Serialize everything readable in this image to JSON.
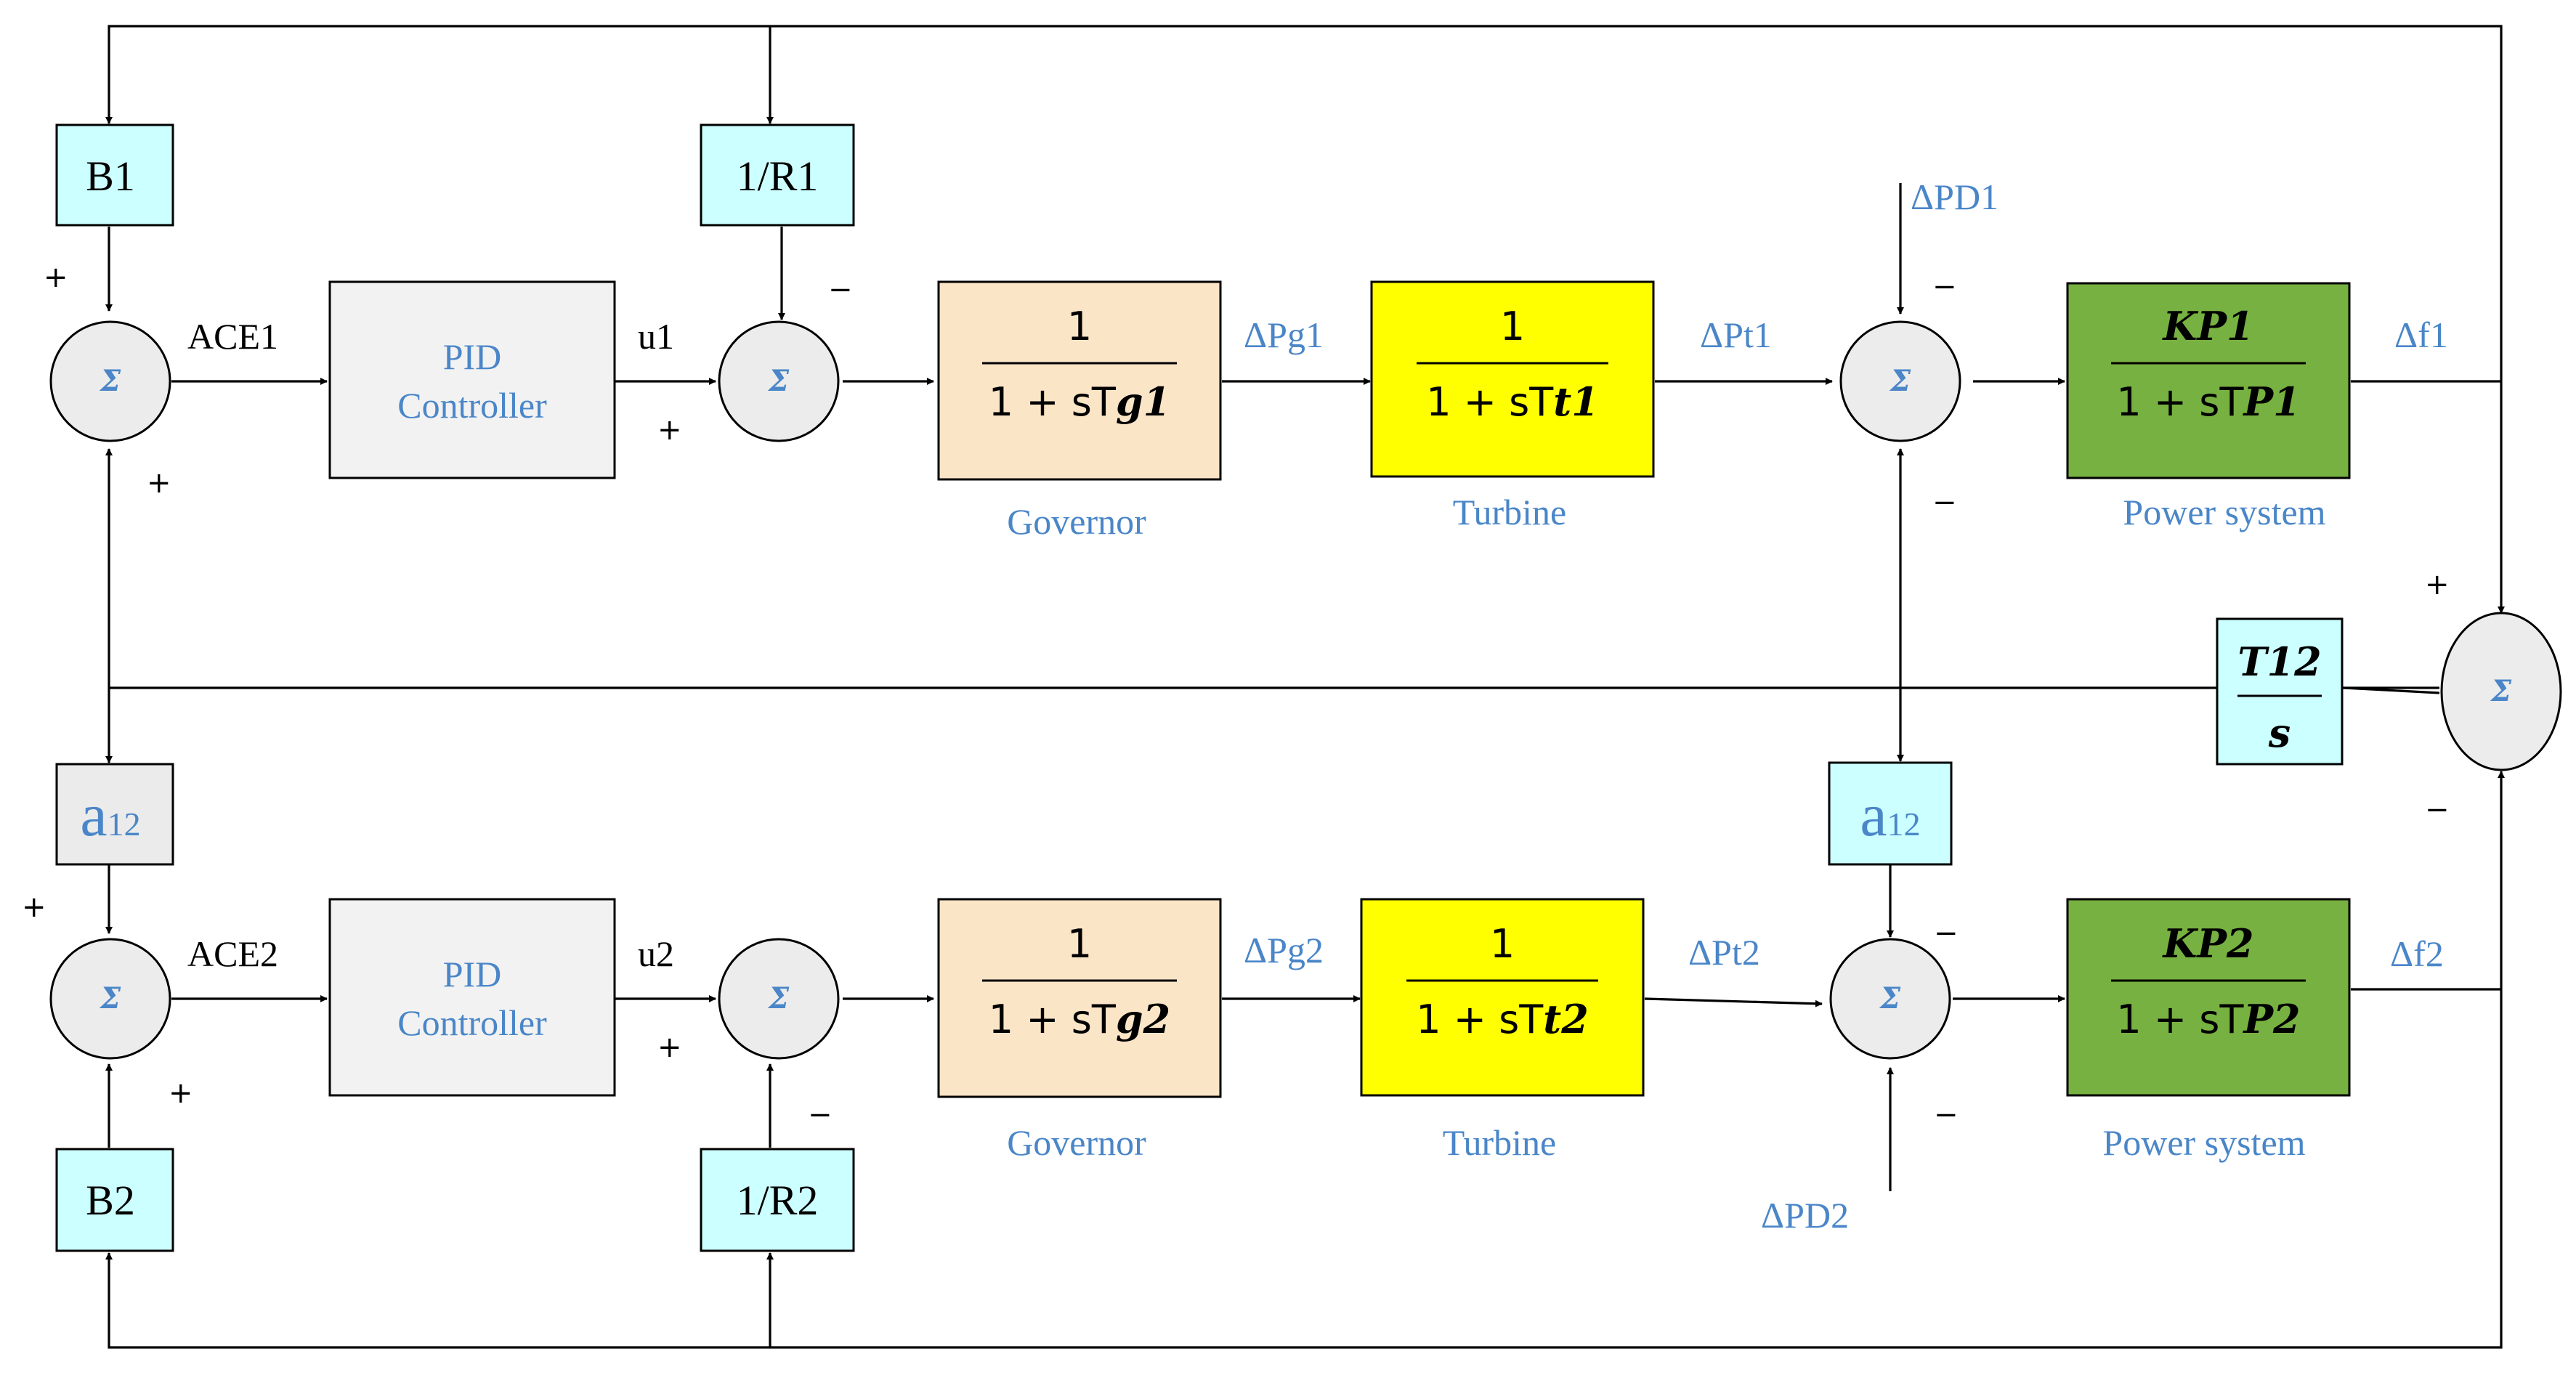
{
  "area1": {
    "bias_label": "B",
    "bias_sub": "1",
    "droop_label": "1/R",
    "droop_sub": "1",
    "ace_label": "ACE",
    "ace_sub": "1",
    "controller_line1": "PID",
    "controller_line2": "Controller",
    "u_label": "u",
    "u_sub": "1",
    "governor_num": "1",
    "governor_den_prefix": "1 + sT",
    "governor_den_sub": "g1",
    "governor_caption": "Governor",
    "dpg_label": "ΔP",
    "dpg_sub": "g1",
    "turbine_num": "1",
    "turbine_den_prefix": "1 + sT",
    "turbine_den_sub": "t1",
    "turbine_caption": "Turbine",
    "dpt_label": "ΔP",
    "dpt_sub": "t1",
    "dpd_label": "ΔP",
    "dpd_sub": "D1",
    "plant_num_k": "K",
    "plant_num_sub": "P1",
    "plant_den_prefix": "1 + sT",
    "plant_den_sub": "P1",
    "plant_caption": "Power system",
    "df_label": "Δf",
    "df_sub": "1"
  },
  "area2": {
    "alpha_label": "a",
    "alpha_sub": "12",
    "bias_label": "B",
    "bias_sub": "2",
    "droop_label": "1/R",
    "droop_sub": "2",
    "ace_label": "ACE",
    "ace_sub": "2",
    "controller_line1": "PID",
    "controller_line2": "Controller",
    "u_label": "u",
    "u_sub": "2",
    "governor_num": "1",
    "governor_den_prefix": "1 + sT",
    "governor_den_sub": "g2",
    "governor_caption": "Governor",
    "dpg_label": "ΔP",
    "dpg_sub": "g2",
    "turbine_num": "1",
    "turbine_den_prefix": "1 + sT",
    "turbine_den_sub": "t2",
    "turbine_caption": "Turbine",
    "dpt_label": "ΔP",
    "dpt_sub": "t2",
    "dpd_label": "ΔP",
    "dpd_sub": "D2",
    "plant_num_k": "K",
    "plant_num_sub": "P2",
    "plant_den_prefix": "1 + sT",
    "plant_den_sub": "P2",
    "plant_caption": "Power system",
    "df_label": "Δf",
    "df_sub": "2"
  },
  "tie_line": {
    "num_prefix": "T",
    "num_sub": "12",
    "den": "s",
    "alpha_label": "a",
    "alpha_sub": "12"
  },
  "sum_symbol": "Σ",
  "signs": {
    "plus": "+",
    "minus": "−"
  },
  "colors": {
    "gain_block": "#ccffff",
    "alpha_block_area2": "#ebebeb",
    "pid_block": "#f2f2f2",
    "governor_block": "#fbe5c7",
    "turbine_block": "#ffff00",
    "plant_block": "#77b141",
    "sum_fill": "#ececec",
    "label_blue": "#4a86c8"
  }
}
